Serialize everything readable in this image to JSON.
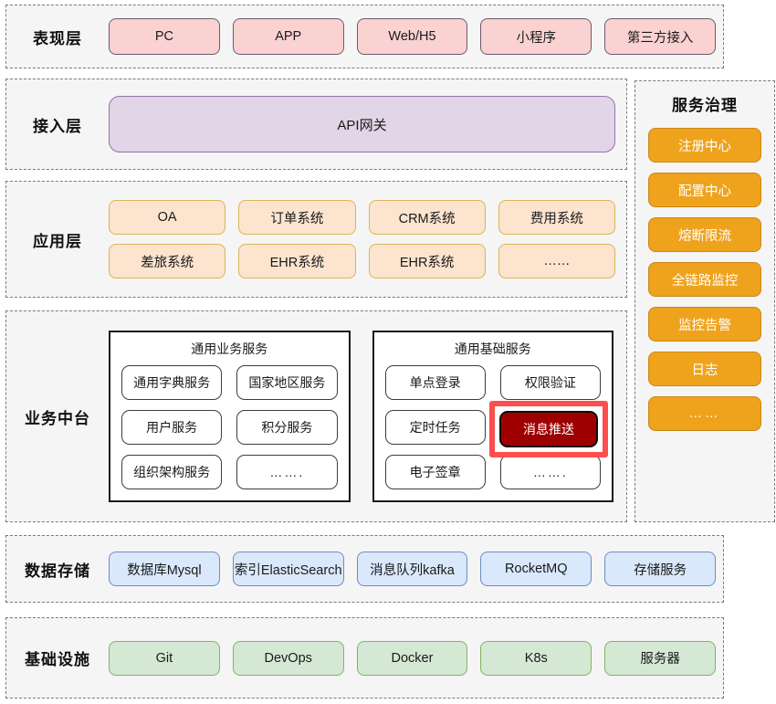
{
  "layers": [
    {
      "title": "表现层",
      "rows": [
        [
          "PC",
          "APP",
          "Web/H5",
          "小程序",
          "第三方接入"
        ]
      ]
    },
    {
      "title": "接入层",
      "gateway": "API网关"
    },
    {
      "title": "应用层",
      "rows": [
        [
          "OA",
          "订单系统",
          "CRM系统",
          "费用系统"
        ],
        [
          "差旅系统",
          "EHR系统",
          "EHR系统",
          "……"
        ]
      ]
    },
    {
      "title": "业务中台",
      "panels": [
        {
          "title": "通用业务服务",
          "items": [
            "通用字典服务",
            "国家地区服务",
            "用户服务",
            "积分服务",
            "组织架构服务",
            "……."
          ]
        },
        {
          "title": "通用基础服务",
          "items": [
            "单点登录",
            "权限验证",
            "定时任务",
            "消息推送",
            "电子签章",
            "……."
          ]
        }
      ],
      "highlighted": "消息推送"
    },
    {
      "title": "数据存储",
      "rows": [
        [
          "数据库Mysql",
          "索引ElasticSearch",
          "消息队列kafka",
          "RocketMQ",
          "存储服务"
        ]
      ]
    },
    {
      "title": "基础设施",
      "rows": [
        [
          "Git",
          "DevOps",
          "Docker",
          "K8s",
          "服务器"
        ]
      ]
    }
  ],
  "governance": {
    "title": "服务治理",
    "items": [
      "注册中心",
      "配置中心",
      "熔断限流",
      "全链路监控",
      "监控告警",
      "日志",
      "……"
    ]
  },
  "colors": {
    "presentation": "#fad2d2",
    "gateway": "#e1d5e7",
    "application": "#fce4ce",
    "storage": "#dae8fc",
    "infrastructure": "#d5e8d4",
    "governance": "#efa31d",
    "highlight_fill": "#9e0000",
    "highlight_frame": "#ff4d4d",
    "band_background": "#f5f5f5"
  }
}
